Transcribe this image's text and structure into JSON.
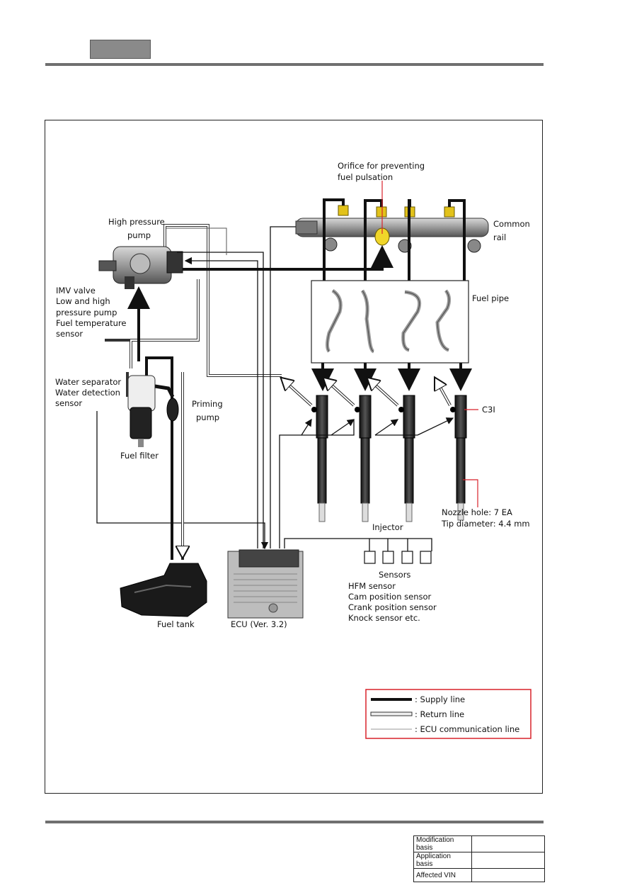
{
  "header": {
    "tab_text": ""
  },
  "labels": {
    "orifice": [
      "Orifice for preventing",
      "fuel pulsation"
    ],
    "common_rail": [
      "Common",
      "rail"
    ],
    "high_pressure_pump": [
      "High pressure",
      "pump"
    ],
    "imv": [
      "IMV valve",
      "Low and high",
      "pressure pump",
      "Fuel temperature",
      "sensor"
    ],
    "fuel_pipe": "Fuel pipe",
    "water_separator": [
      "Water separator",
      "Water detection",
      "sensor"
    ],
    "priming_pump": [
      "Priming",
      "pump"
    ],
    "fuel_filter": "Fuel filter",
    "c3i": "C3I",
    "nozzle": [
      "Nozzle hole: 7 EA",
      "Tip diameter: 4.4 mm"
    ],
    "injector": "Injector",
    "sensors_title": "Sensors",
    "sensors_list": [
      "HFM sensor",
      "Cam position sensor",
      "Crank position sensor",
      "Knock sensor etc."
    ],
    "fuel_tank": "Fuel tank",
    "ecu": "ECU (Ver. 3.2)"
  },
  "legend": {
    "supply": ": Supply line",
    "return": ": Return line",
    "ecu_comm": ": ECU communication line"
  },
  "footer": {
    "rows": [
      {
        "key": "Modification basis",
        "value": ""
      },
      {
        "key": "Application basis",
        "value": ""
      },
      {
        "key": "Affected VIN",
        "value": ""
      }
    ]
  },
  "colors": {
    "accent_red": "#d8222a",
    "rule_gray": "#6f6f6f"
  }
}
